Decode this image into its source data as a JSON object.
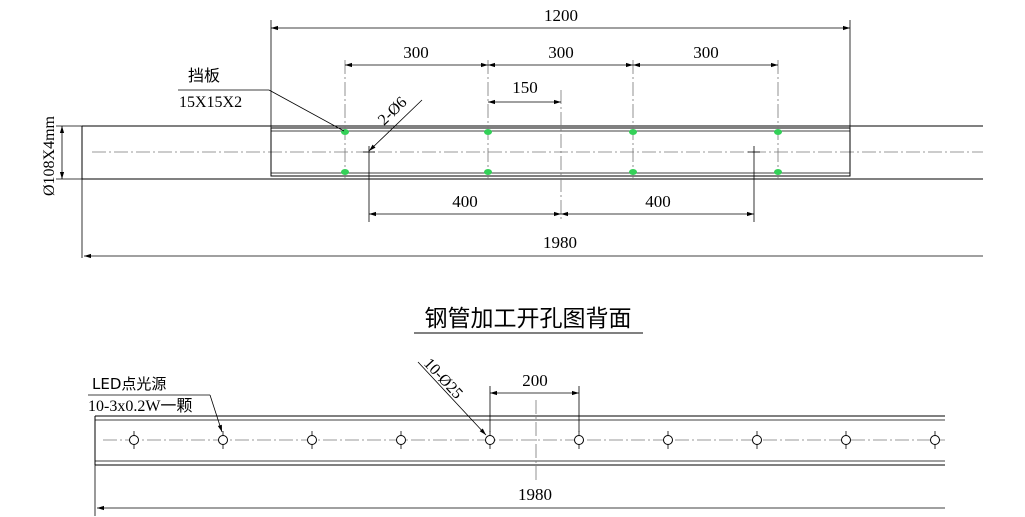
{
  "colors": {
    "line": "#000000",
    "centerline": "#777777",
    "marker": "#34d058",
    "background": "#ffffff"
  },
  "front_view": {
    "dim_overall_baffle": "1200",
    "dim_spacing_a": "300",
    "dim_spacing_b": "300",
    "dim_spacing_c": "300",
    "dim_half": "150",
    "dim_hole_a": "400",
    "dim_hole_b": "400",
    "dim_total": "1980",
    "pipe_diameter": "Ø108X4mm",
    "baffle_label": "挡板",
    "baffle_size": "15X15X2",
    "hole_callout": "2-Ø6"
  },
  "title": "钢管加工开孔图背面",
  "back_view": {
    "led_label": "LED点光源",
    "led_spec": "10-3x0.2W一颗",
    "hole_callout": "10-Ø25",
    "dim_spacing": "200",
    "dim_total": "1980",
    "hole_count": 10
  }
}
